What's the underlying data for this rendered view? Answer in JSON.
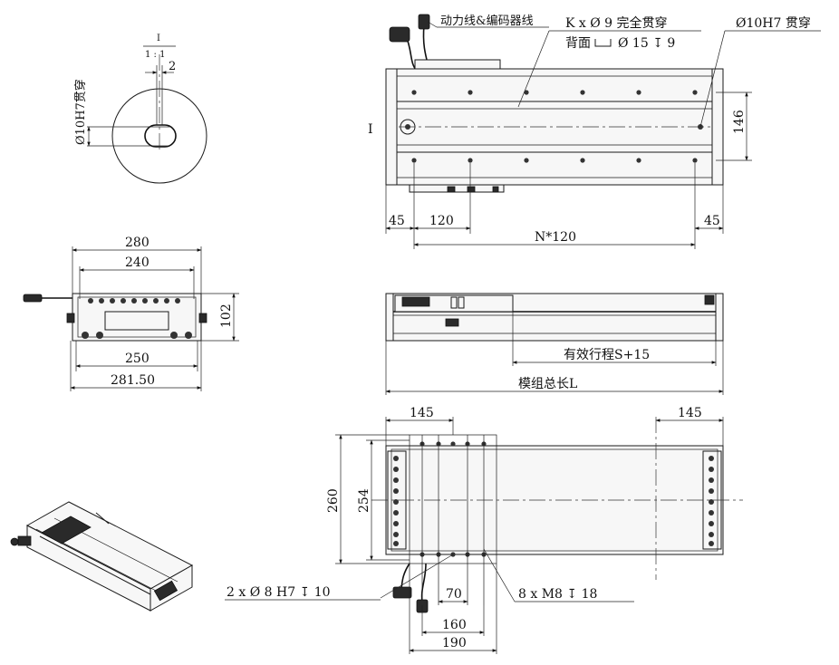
{
  "callouts": {
    "cable": "动力线&编码器线",
    "through_holes": "K x Ø 9 完全贯穿",
    "counterbore": "背面",
    "counterbore_spec": "Ø 15 ↧ 9",
    "pin_hole_top": "Ø10H7 贯穿",
    "pin_hole_side": "Ø10H7贯穿",
    "pin_holes_bottom": "2 x Ø 8 H7 ↧ 10",
    "tapped_holes": "8 x M8 ↧ 18"
  },
  "detail": {
    "view_label": "I",
    "scale_label": "I",
    "scale": "1 : 1",
    "slot_width": "2"
  },
  "top_view": {
    "left_offset": "45",
    "pitch": "120",
    "right_offset": "45",
    "pitch_total": "N*120",
    "hole_spacing": "146"
  },
  "end_view": {
    "width_outer": "280",
    "width_holes": "240",
    "height": "102",
    "base_width": "250",
    "total_width": "281.50"
  },
  "side_view": {
    "stroke": "有效行程S+15",
    "total_length": "模组总长L"
  },
  "bottom_view": {
    "left_145": "145",
    "right_145": "145",
    "height_260": "260",
    "height_254": "254",
    "dim_70": "70",
    "dim_160": "160",
    "dim_190": "190"
  }
}
